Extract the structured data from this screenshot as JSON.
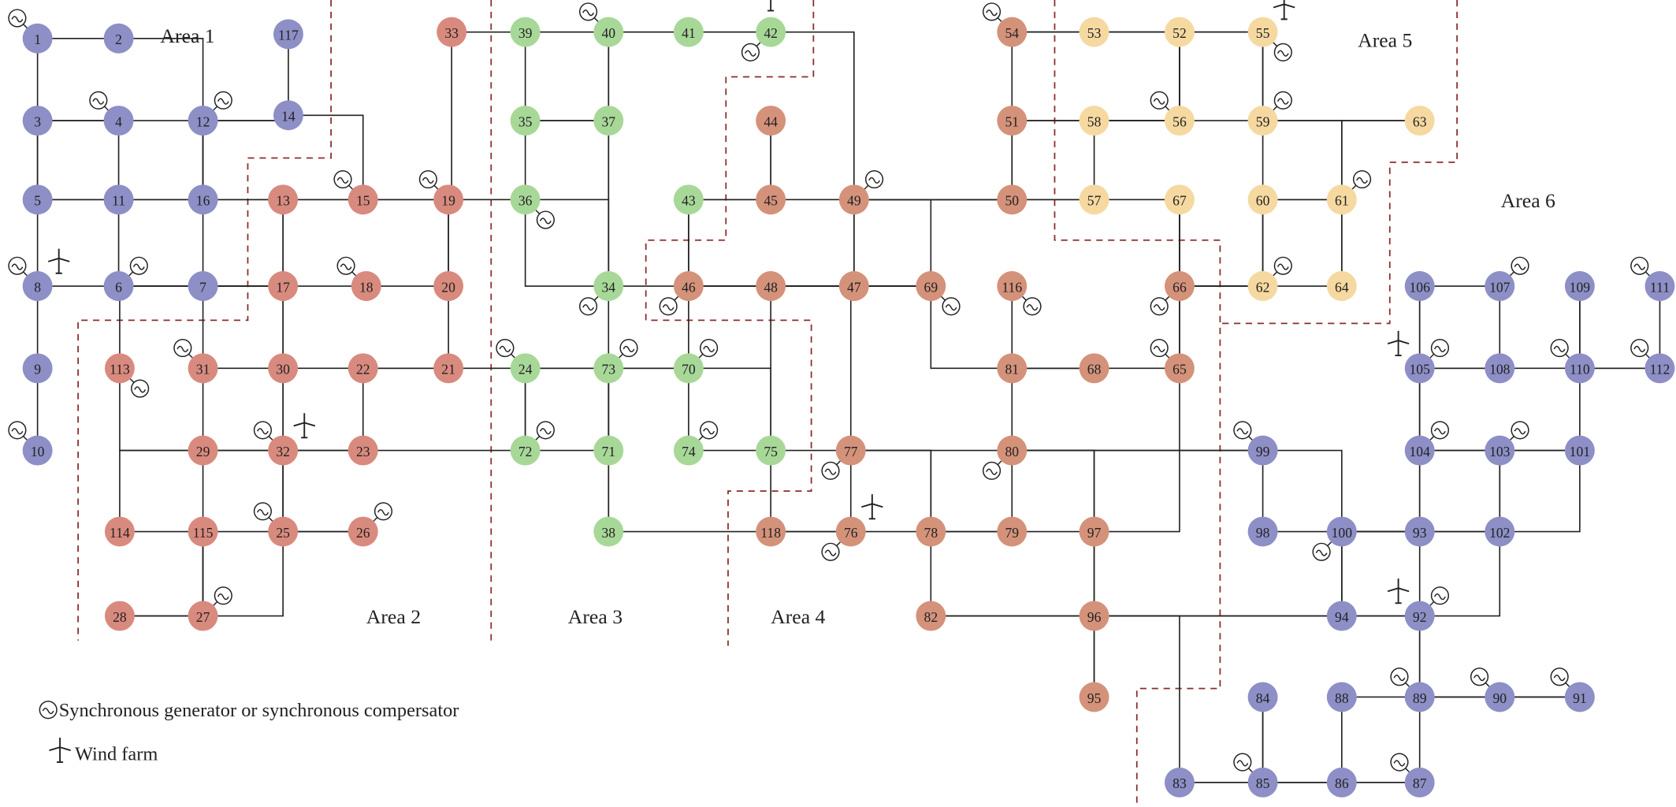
{
  "area_colors": {
    "1": "#8d8fc6",
    "2": "#d98a7e",
    "3": "#a8d898",
    "4": "#d4927a",
    "5": "#f5d9a0",
    "6": "#8d8fc6"
  },
  "border_color": "#8b2c2c",
  "area_labels": [
    "Area 1",
    "Area 2",
    "Area 3",
    "Area 4",
    "Area 5",
    "Area 6"
  ],
  "buses": {
    "1": [
      "1",
      "2",
      "117",
      "3",
      "4",
      "12",
      "14",
      "5",
      "11",
      "16",
      "8",
      "6",
      "7",
      "9",
      "10"
    ],
    "2": [
      "33",
      "13",
      "15",
      "19",
      "17",
      "18",
      "20",
      "113",
      "31",
      "30",
      "22",
      "21",
      "29",
      "32",
      "23",
      "114",
      "115",
      "25",
      "26",
      "28",
      "27"
    ],
    "3": [
      "39",
      "40",
      "41",
      "42",
      "35",
      "37",
      "36",
      "43",
      "34",
      "24",
      "73",
      "70",
      "72",
      "71",
      "74",
      "75",
      "38"
    ],
    "4": [
      "54",
      "44",
      "51",
      "45",
      "49",
      "50",
      "46",
      "48",
      "47",
      "69",
      "116",
      "66",
      "81",
      "68",
      "65",
      "77",
      "80",
      "118",
      "76",
      "78",
      "79",
      "97",
      "82",
      "96",
      "95"
    ],
    "5": [
      "53",
      "52",
      "55",
      "58",
      "56",
      "59",
      "63",
      "57",
      "67",
      "60",
      "61",
      "62",
      "64"
    ],
    "6": [
      "106",
      "107",
      "109",
      "111",
      "105",
      "108",
      "110",
      "112",
      "99",
      "104",
      "103",
      "101",
      "98",
      "100",
      "93",
      "102",
      "94",
      "92",
      "84",
      "88",
      "89",
      "90",
      "91",
      "83",
      "85",
      "86",
      "87"
    ]
  },
  "generators": [
    "1",
    "4",
    "6",
    "8",
    "10",
    "12",
    "15",
    "18",
    "19",
    "24",
    "25",
    "26",
    "27",
    "31",
    "32",
    "34",
    "36",
    "40",
    "42",
    "46",
    "49",
    "54",
    "55",
    "56",
    "59",
    "61",
    "62",
    "65",
    "66",
    "69",
    "70",
    "72",
    "73",
    "74",
    "76",
    "77",
    "80",
    "85",
    "87",
    "89",
    "90",
    "91",
    "92",
    "99",
    "100",
    "103",
    "104",
    "105",
    "107",
    "110",
    "111",
    "112",
    "113",
    "116"
  ],
  "wind_farms": [
    "8",
    "32",
    "42",
    "55",
    "76",
    "92",
    "105"
  ],
  "branches": [
    [
      1,
      2
    ],
    [
      1,
      3
    ],
    [
      4,
      5
    ],
    [
      3,
      5
    ],
    [
      5,
      6
    ],
    [
      6,
      7
    ],
    [
      8,
      9
    ],
    [
      8,
      5
    ],
    [
      9,
      10
    ],
    [
      4,
      11
    ],
    [
      5,
      11
    ],
    [
      11,
      12
    ],
    [
      2,
      12
    ],
    [
      3,
      12
    ],
    [
      7,
      12
    ],
    [
      11,
      13
    ],
    [
      12,
      14
    ],
    [
      13,
      15
    ],
    [
      14,
      15
    ],
    [
      12,
      16
    ],
    [
      15,
      17
    ],
    [
      16,
      17
    ],
    [
      17,
      18
    ],
    [
      18,
      19
    ],
    [
      19,
      20
    ],
    [
      15,
      19
    ],
    [
      20,
      21
    ],
    [
      21,
      22
    ],
    [
      22,
      23
    ],
    [
      23,
      24
    ],
    [
      23,
      25
    ],
    [
      26,
      25
    ],
    [
      25,
      27
    ],
    [
      27,
      28
    ],
    [
      28,
      29
    ],
    [
      30,
      17
    ],
    [
      8,
      30
    ],
    [
      26,
      30
    ],
    [
      17,
      31
    ],
    [
      29,
      31
    ],
    [
      23,
      32
    ],
    [
      31,
      32
    ],
    [
      27,
      32
    ],
    [
      15,
      33
    ],
    [
      19,
      34
    ],
    [
      35,
      36
    ],
    [
      35,
      37
    ],
    [
      33,
      37
    ],
    [
      34,
      36
    ],
    [
      34,
      37
    ],
    [
      38,
      37
    ],
    [
      37,
      39
    ],
    [
      37,
      40
    ],
    [
      30,
      38
    ],
    [
      39,
      40
    ],
    [
      40,
      41
    ],
    [
      40,
      42
    ],
    [
      41,
      42
    ],
    [
      43,
      44
    ],
    [
      34,
      43
    ],
    [
      44,
      45
    ],
    [
      45,
      46
    ],
    [
      46,
      47
    ],
    [
      46,
      48
    ],
    [
      47,
      49
    ],
    [
      42,
      49
    ],
    [
      45,
      49
    ],
    [
      48,
      49
    ],
    [
      49,
      50
    ],
    [
      49,
      51
    ],
    [
      51,
      52
    ],
    [
      52,
      53
    ],
    [
      53,
      54
    ],
    [
      49,
      54
    ],
    [
      54,
      55
    ],
    [
      54,
      56
    ],
    [
      55,
      56
    ],
    [
      56,
      57
    ],
    [
      50,
      57
    ],
    [
      56,
      58
    ],
    [
      51,
      58
    ],
    [
      54,
      59
    ],
    [
      56,
      59
    ],
    [
      55,
      59
    ],
    [
      59,
      60
    ],
    [
      59,
      61
    ],
    [
      60,
      61
    ],
    [
      60,
      62
    ],
    [
      61,
      62
    ],
    [
      63,
      59
    ],
    [
      63,
      64
    ],
    [
      64,
      61
    ],
    [
      38,
      65
    ],
    [
      64,
      65
    ],
    [
      49,
      66
    ],
    [
      62,
      66
    ],
    [
      62,
      67
    ],
    [
      65,
      66
    ],
    [
      66,
      67
    ],
    [
      65,
      68
    ],
    [
      47,
      69
    ],
    [
      49,
      69
    ],
    [
      68,
      69
    ],
    [
      69,
      70
    ],
    [
      24,
      70
    ],
    [
      70,
      71
    ],
    [
      24,
      72
    ],
    [
      71,
      72
    ],
    [
      71,
      73
    ],
    [
      70,
      74
    ],
    [
      70,
      75
    ],
    [
      69,
      75
    ],
    [
      74,
      75
    ],
    [
      76,
      77
    ],
    [
      69,
      77
    ],
    [
      75,
      77
    ],
    [
      77,
      78
    ],
    [
      78,
      79
    ],
    [
      77,
      80
    ],
    [
      79,
      80
    ],
    [
      68,
      81
    ],
    [
      81,
      80
    ],
    [
      77,
      82
    ],
    [
      82,
      83
    ],
    [
      83,
      84
    ],
    [
      83,
      85
    ],
    [
      84,
      85
    ],
    [
      85,
      86
    ],
    [
      86,
      87
    ],
    [
      85,
      88
    ],
    [
      85,
      89
    ],
    [
      88,
      89
    ],
    [
      89,
      90
    ],
    [
      90,
      91
    ],
    [
      89,
      92
    ],
    [
      91,
      92
    ],
    [
      92,
      93
    ],
    [
      92,
      94
    ],
    [
      93,
      94
    ],
    [
      94,
      95
    ],
    [
      80,
      96
    ],
    [
      82,
      96
    ],
    [
      94,
      96
    ],
    [
      80,
      97
    ],
    [
      80,
      98
    ],
    [
      80,
      99
    ],
    [
      92,
      100
    ],
    [
      94,
      100
    ],
    [
      95,
      96
    ],
    [
      96,
      97
    ],
    [
      98,
      100
    ],
    [
      99,
      100
    ],
    [
      100,
      101
    ],
    [
      92,
      102
    ],
    [
      101,
      102
    ],
    [
      100,
      103
    ],
    [
      100,
      104
    ],
    [
      103,
      104
    ],
    [
      103,
      105
    ],
    [
      100,
      106
    ],
    [
      104,
      105
    ],
    [
      105,
      106
    ],
    [
      105,
      107
    ],
    [
      105,
      108
    ],
    [
      106,
      107
    ],
    [
      108,
      109
    ],
    [
      103,
      110
    ],
    [
      109,
      110
    ],
    [
      110,
      111
    ],
    [
      110,
      112
    ],
    [
      17,
      113
    ],
    [
      32,
      113
    ],
    [
      32,
      114
    ],
    [
      27,
      115
    ],
    [
      114,
      115
    ],
    [
      68,
      116
    ],
    [
      12,
      117
    ],
    [
      75,
      118
    ],
    [
      76,
      118
    ]
  ],
  "legend": {
    "generator_label": "Synchronous generator or synchronous compersator",
    "wind_label": "Wind farm",
    "generator_icon": "sine-wave-circle",
    "wind_icon": "wind-turbine"
  }
}
